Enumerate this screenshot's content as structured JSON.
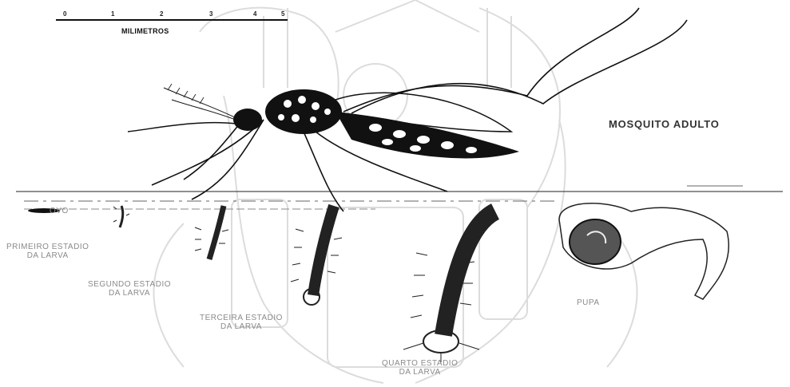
{
  "scale": {
    "ticks": [
      "0",
      "1",
      "2",
      "3",
      "4",
      "5"
    ],
    "unit_label": "MILIMETROS"
  },
  "labels": {
    "adult": "MOSQUITO ADULTO",
    "egg": "OVO",
    "larva1": [
      "PRIMEIRO ESTADIO",
      "DA LARVA"
    ],
    "larva2": [
      "SEGUNDO ESTADIO",
      "DA LARVA"
    ],
    "larva3": [
      "TERCEIRA ESTADIO",
      "DA LARVA"
    ],
    "larva4": [
      "QUARTO ESTADIO",
      "DA LARVA"
    ],
    "pupa": "PUPA"
  },
  "colors": {
    "ink": "#111111",
    "watermark": "#d8d8d8",
    "label_gray": "#8a8a8a"
  }
}
